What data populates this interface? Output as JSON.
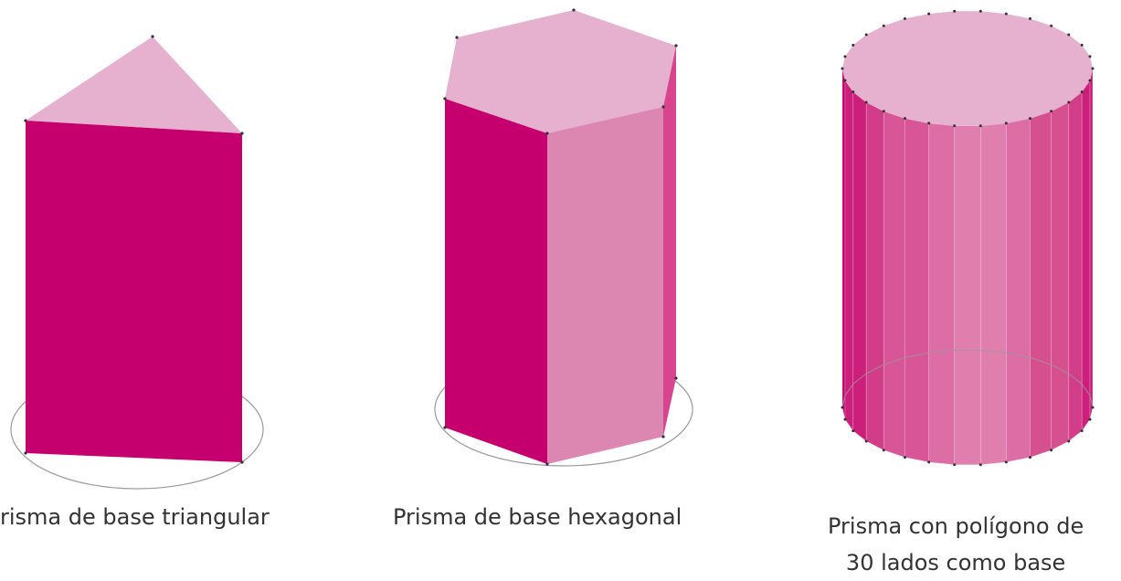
{
  "colors": {
    "magenta_dark": "#c5006e",
    "magenta_mid": "#d9448f",
    "magenta_light": "#dc87b2",
    "pink_top": "#e6b0cf",
    "circle_stroke": "#9a9a9a",
    "vertex": "#333333"
  },
  "figures": [
    {
      "id": "triangular",
      "shape": "prism-triangle",
      "caption": [
        "risma de base triangular"
      ]
    },
    {
      "id": "hexagonal",
      "shape": "prism-hexagon",
      "caption": [
        "Prisma de base hexagonal"
      ]
    },
    {
      "id": "thirty",
      "shape": "prism-30-gon",
      "caption": [
        "Prisma con polígono de",
        "30 lados como base"
      ]
    }
  ]
}
